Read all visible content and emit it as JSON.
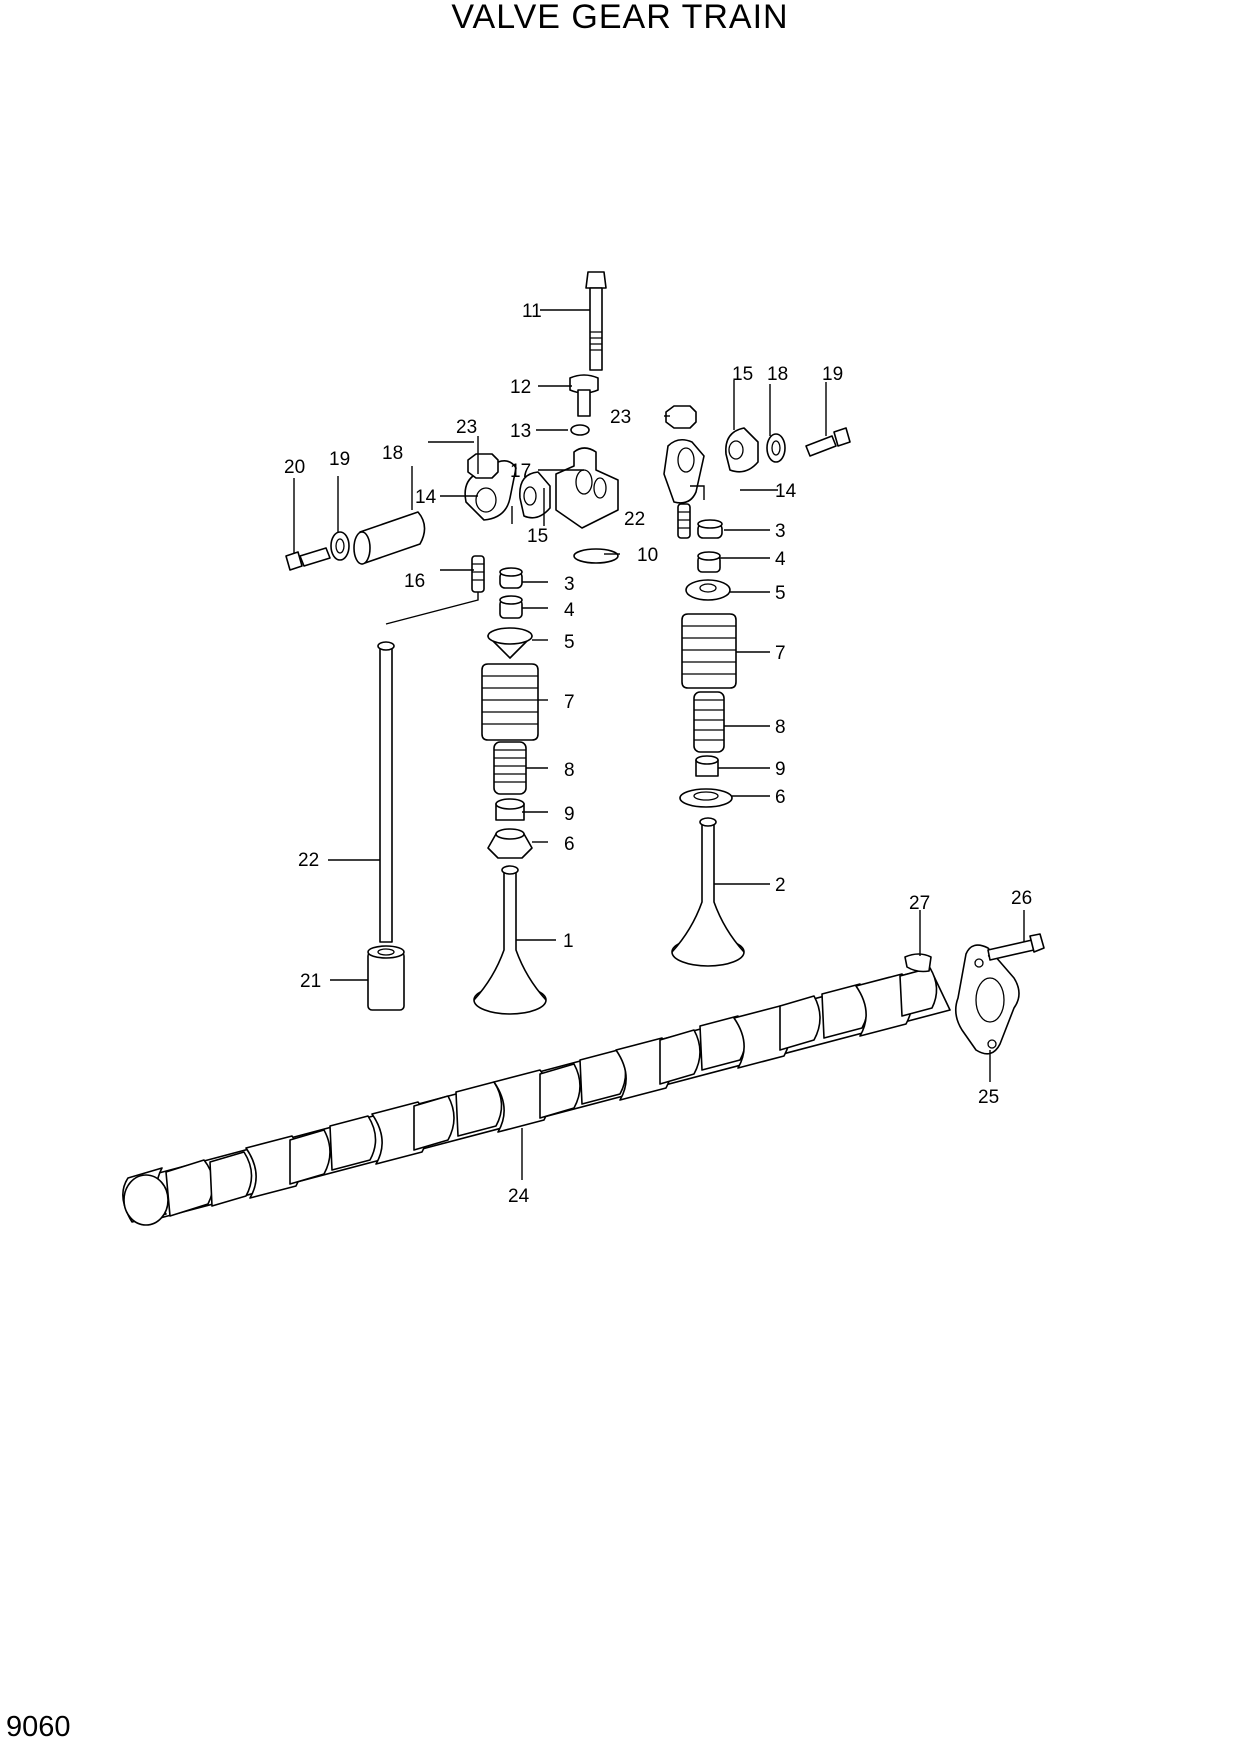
{
  "title": "VALVE GEAR TRAIN",
  "page_code": "9060",
  "callouts": {
    "c1": "1",
    "c2": "2",
    "c3a": "3",
    "c3b": "3",
    "c4a": "4",
    "c4b": "4",
    "c5a": "5",
    "c5b": "5",
    "c6a": "6",
    "c6b": "6",
    "c7a": "7",
    "c7b": "7",
    "c8a": "8",
    "c8b": "8",
    "c9a": "9",
    "c9b": "9",
    "c10": "10",
    "c11": "11",
    "c12": "12",
    "c13": "13",
    "c14a": "14",
    "c14b": "14",
    "c15a": "15",
    "c15b": "15",
    "c16": "16",
    "c17": "17",
    "c18a": "18",
    "c18b": "18",
    "c19a": "19",
    "c19b": "19",
    "c20": "20",
    "c21": "21",
    "c22a": "22",
    "c22b": "22",
    "c23a": "23",
    "c23b": "23",
    "c24": "24",
    "c25": "25",
    "c26": "26",
    "c27": "27"
  }
}
